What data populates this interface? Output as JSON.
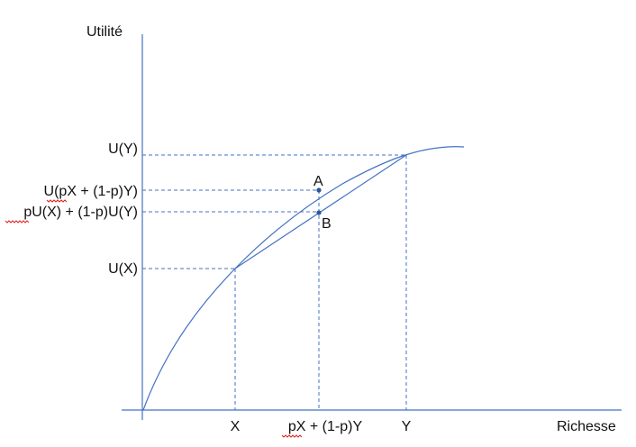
{
  "diagram": {
    "y_axis_label": "Utilité",
    "x_axis_label": "Richesse",
    "y_ticks": {
      "uy": "U(Y)",
      "upxy": "U(pX + (1-p)Y)",
      "pux_puy": "pU(X) + (1-p)U(Y)",
      "ux": "U(X)"
    },
    "x_ticks": {
      "x": "X",
      "mix": "pX + (1-p)Y",
      "y": "Y"
    },
    "points": {
      "a": "A",
      "b": "B"
    },
    "colors": {
      "lines": "#4472c4",
      "points": "#2f5597",
      "spellcheck_underline": "#e02020"
    }
  }
}
